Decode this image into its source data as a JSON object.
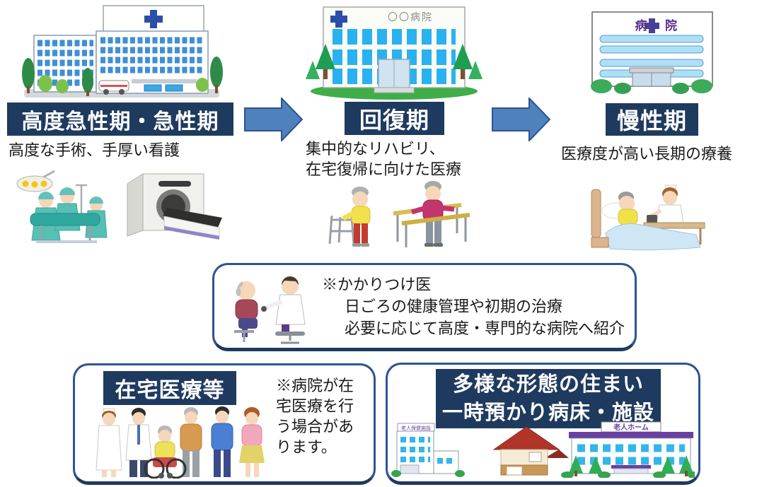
{
  "colors": {
    "label_navy": "#1F3A5F",
    "arrow_blue": "#4F81BD",
    "arrow_border": "#2C5491",
    "box_border_blue": "#2E5496",
    "window_blue": "#29B2EF",
    "sign_purple": "#5B2D8E"
  },
  "stages": [
    {
      "label": "高度急性期・急性期",
      "lines": [
        "高度な手術、手厚い看護"
      ]
    },
    {
      "label": "回復期",
      "lines": [
        "集中的なリハビリ、",
        "在宅復帰に向けた医療"
      ]
    },
    {
      "label": "慢性期",
      "lines": [
        "医療度が高い長期の療養"
      ]
    }
  ],
  "hospital_signs": {
    "recovery_hospital": "〇〇病院",
    "chronic_hospital_left": "病",
    "chronic_hospital_right": "院"
  },
  "family_doctor_box": {
    "title": "※かかりつけ医",
    "line2": "日ごろの健康管理や初期の治療",
    "line3": "必要に応じて高度・専門的な病院へ紹介"
  },
  "home_care_box": {
    "label": "在宅医療等",
    "note": "※病院が在宅医療を行う場合があります。"
  },
  "housing_box": {
    "label_line1": "多様な形態の住まい",
    "label_line2": "一時預かり病床・施設",
    "sign_care_facility": "老人保健施設",
    "sign_nursing_home": "老人ホーム"
  }
}
